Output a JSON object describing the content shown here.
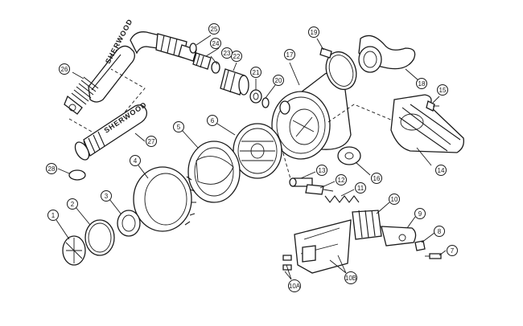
{
  "brand_labels": {
    "upper_hose": "SHERWOOD",
    "lower_hose": "SHERWOOD"
  },
  "callouts": [
    {
      "id": "1",
      "label": "1"
    },
    {
      "id": "2",
      "label": "2"
    },
    {
      "id": "3",
      "label": "3"
    },
    {
      "id": "4",
      "label": "4"
    },
    {
      "id": "5",
      "label": "5"
    },
    {
      "id": "6",
      "label": "6"
    },
    {
      "id": "7",
      "label": "7"
    },
    {
      "id": "8",
      "label": "8"
    },
    {
      "id": "9",
      "label": "9"
    },
    {
      "id": "10",
      "label": "10"
    },
    {
      "id": "10A",
      "label": "10A"
    },
    {
      "id": "10B",
      "label": "10B"
    },
    {
      "id": "11",
      "label": "11"
    },
    {
      "id": "12",
      "label": "12"
    },
    {
      "id": "13",
      "label": "13"
    },
    {
      "id": "14",
      "label": "14"
    },
    {
      "id": "15",
      "label": "15"
    },
    {
      "id": "16",
      "label": "16"
    },
    {
      "id": "17",
      "label": "17"
    },
    {
      "id": "18",
      "label": "18"
    },
    {
      "id": "19",
      "label": "19"
    },
    {
      "id": "20",
      "label": "20"
    },
    {
      "id": "21",
      "label": "21"
    },
    {
      "id": "22",
      "label": "22"
    },
    {
      "id": "23",
      "label": "23"
    },
    {
      "id": "24",
      "label": "24"
    },
    {
      "id": "25",
      "label": "25"
    },
    {
      "id": "26",
      "label": "26"
    },
    {
      "id": "27",
      "label": "27"
    },
    {
      "id": "28",
      "label": "28"
    }
  ]
}
